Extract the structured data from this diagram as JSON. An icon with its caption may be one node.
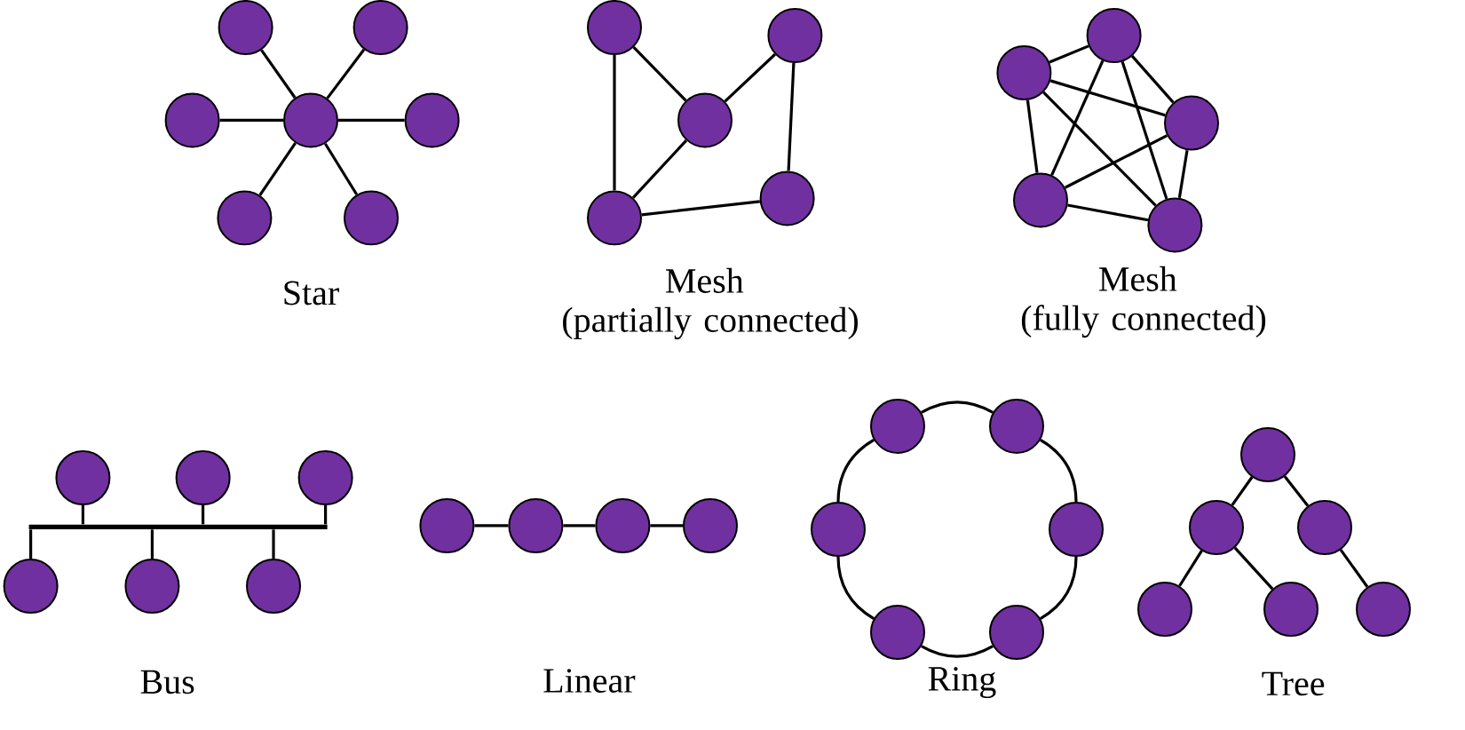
{
  "diagram": {
    "nodes": [
      {
        "text": [],
        "shape": "circle"
      },
      {
        "text": [],
        "shape": "circle"
      },
      {
        "text": [],
        "shape": "circle"
      },
      {
        "text": [],
        "shape": "circle"
      },
      {
        "text": [],
        "shape": "circle"
      },
      {
        "text": [],
        "shape": "circle"
      },
      {
        "text": [],
        "shape": "circle"
      },
      {
        "text": [],
        "shape": "circle"
      },
      {
        "text": [],
        "shape": "circle"
      },
      {
        "text": [],
        "shape": "circle"
      },
      {
        "text": [],
        "shape": "circle"
      },
      {
        "text": [],
        "shape": "circle"
      },
      {
        "text": [],
        "shape": "circle"
      },
      {
        "text": [],
        "shape": "circle"
      },
      {
        "text": [],
        "shape": "circle"
      },
      {
        "text": [],
        "shape": "circle"
      },
      {
        "text": [],
        "shape": "circle"
      },
      {
        "text": [],
        "shape": "circle"
      },
      {
        "text": [],
        "shape": "circle"
      },
      {
        "text": [],
        "shape": "circle"
      },
      {
        "text": [],
        "shape": "bar"
      },
      {
        "text": [],
        "shape": "circle"
      },
      {
        "text": [],
        "shape": "circle"
      },
      {
        "text": [],
        "shape": "circle"
      },
      {
        "text": [],
        "shape": "circle"
      },
      {
        "text": [],
        "shape": "circle"
      },
      {
        "text": [],
        "shape": "circle"
      },
      {
        "text": [],
        "shape": "circle"
      },
      {
        "text": [],
        "shape": "circle"
      },
      {
        "text": [],
        "shape": "circle"
      },
      {
        "text": [],
        "shape": "circle"
      },
      {
        "text": [],
        "shape": "circle"
      },
      {
        "text": [],
        "shape": "circle"
      },
      {
        "text": [],
        "shape": "circle"
      },
      {
        "text": [],
        "shape": "circle"
      },
      {
        "text": [],
        "shape": "circle"
      },
      {
        "text": [],
        "shape": "circle"
      },
      {
        "text": [],
        "shape": "circle"
      },
      {
        "text": [],
        "shape": "circle"
      },
      {
        "text": [],
        "shape": "circle"
      }
    ],
    "edges": [
      {
        "from": 3,
        "to": 0,
        "arrow": "none"
      },
      {
        "from": 3,
        "to": 1,
        "arrow": "none"
      },
      {
        "from": 3,
        "to": 2,
        "arrow": "none"
      },
      {
        "from": 3,
        "to": 4,
        "arrow": "none"
      },
      {
        "from": 3,
        "to": 5,
        "arrow": "none"
      },
      {
        "from": 3,
        "to": 6,
        "arrow": "none"
      },
      {
        "from": 7,
        "to": 11,
        "arrow": "none"
      },
      {
        "from": 7,
        "to": 9,
        "arrow": "none"
      },
      {
        "from": 8,
        "to": 9,
        "arrow": "none"
      },
      {
        "from": 8,
        "to": 10,
        "arrow": "none"
      },
      {
        "from": 9,
        "to": 11,
        "arrow": "none"
      },
      {
        "from": 11,
        "to": 10,
        "arrow": "none"
      },
      {
        "from": 12,
        "to": 13,
        "arrow": "none"
      },
      {
        "from": 12,
        "to": 14,
        "arrow": "none"
      },
      {
        "from": 12,
        "to": 15,
        "arrow": "none"
      },
      {
        "from": 12,
        "to": 16,
        "arrow": "none"
      },
      {
        "from": 13,
        "to": 14,
        "arrow": "none"
      },
      {
        "from": 13,
        "to": 15,
        "arrow": "none"
      },
      {
        "from": 13,
        "to": 16,
        "arrow": "none"
      },
      {
        "from": 14,
        "to": 15,
        "arrow": "none"
      },
      {
        "from": 14,
        "to": 16,
        "arrow": "none"
      },
      {
        "from": 15,
        "to": 16,
        "arrow": "none"
      },
      {
        "from": 17,
        "to": 20,
        "arrow": "none"
      },
      {
        "from": 18,
        "to": 20,
        "arrow": "none"
      },
      {
        "from": 19,
        "to": 20,
        "arrow": "none"
      },
      {
        "from": 21,
        "to": 20,
        "arrow": "none"
      },
      {
        "from": 22,
        "to": 20,
        "arrow": "none"
      },
      {
        "from": 23,
        "to": 20,
        "arrow": "none"
      },
      {
        "from": 24,
        "to": 25,
        "arrow": "none"
      },
      {
        "from": 25,
        "to": 26,
        "arrow": "none"
      },
      {
        "from": 26,
        "to": 27,
        "arrow": "none"
      },
      {
        "from": 28,
        "to": 29,
        "arrow": "none"
      },
      {
        "from": 29,
        "to": 31,
        "arrow": "none"
      },
      {
        "from": 31,
        "to": 33,
        "arrow": "none"
      },
      {
        "from": 33,
        "to": 32,
        "arrow": "none"
      },
      {
        "from": 32,
        "to": 30,
        "arrow": "none"
      },
      {
        "from": 30,
        "to": 28,
        "arrow": "none"
      },
      {
        "from": 34,
        "to": 35,
        "arrow": "none"
      },
      {
        "from": 34,
        "to": 36,
        "arrow": "none"
      },
      {
        "from": 35,
        "to": 37,
        "arrow": "none"
      },
      {
        "from": 35,
        "to": 38,
        "arrow": "none"
      },
      {
        "from": 36,
        "to": 39,
        "arrow": "none"
      }
    ],
    "labels": [
      "Star",
      "Mesh (partially connected)",
      "Mesh (fully connected)",
      "Bus",
      "Linear",
      "Ring",
      "Tree"
    ]
  }
}
